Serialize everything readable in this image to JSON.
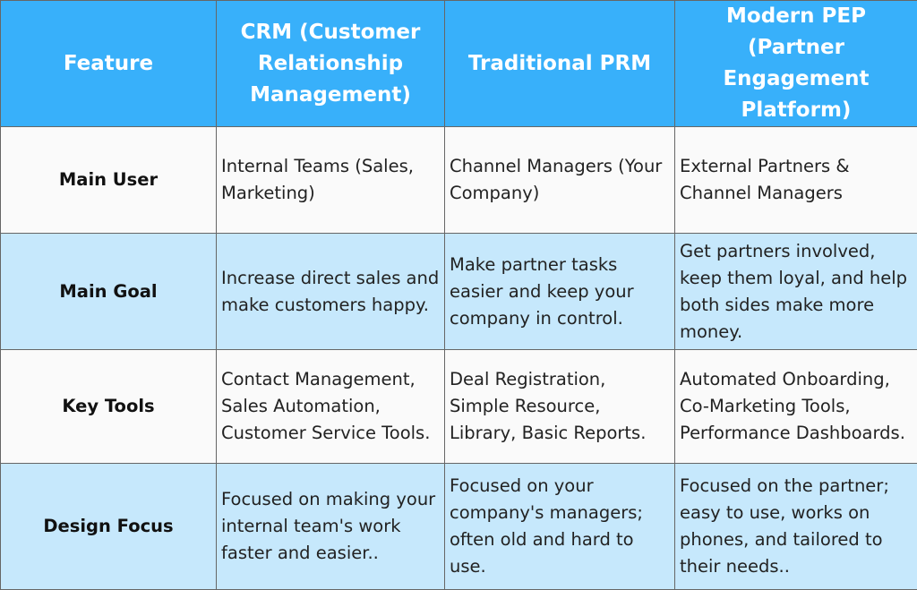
{
  "headers": [
    "Feature",
    "CRM (Customer Relationship Management)",
    "Traditional PRM",
    "Modern PEP (Partner Engagement Platform)"
  ],
  "rows": [
    {
      "feature": "Main User",
      "crm": "Internal Teams (Sales, Marketing)",
      "prm": "Channel Managers (Your Company)",
      "pep": "External Partners & Channel Managers"
    },
    {
      "feature": "Main Goal",
      "crm": "Increase direct sales and make customers happy.",
      "prm": "Make partner tasks easier and keep your company in control.",
      "pep": "Get partners involved, keep them loyal, and help both sides make more money."
    },
    {
      "feature": "Key Tools",
      "crm": "Contact Management, Sales Automation, Customer Service Tools.",
      "prm": "Deal Registration, Simple Resource, Library, Basic Reports.",
      "pep": "Automated Onboarding, Co-Marketing Tools, Performance Dashboards."
    },
    {
      "feature": "Design Focus",
      "crm": "Focused on making your internal team's work faster and easier..",
      "prm": "Focused on your company's managers; often old and hard to use.",
      "pep": "Focused on the partner; easy to use, works on phones, and tailored to their needs.."
    }
  ]
}
